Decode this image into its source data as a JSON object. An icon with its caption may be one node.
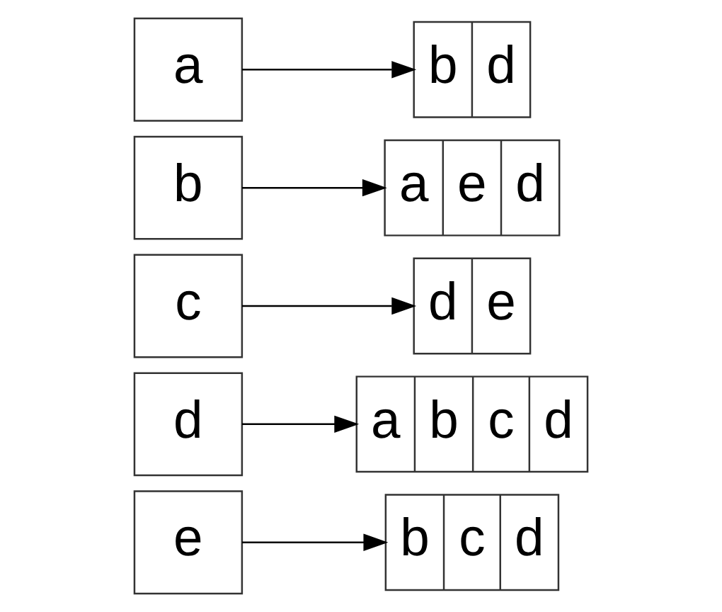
{
  "diagram": {
    "nodes": [
      {
        "text": [
          "a"
        ]
      },
      {
        "text": [
          "b"
        ]
      },
      {
        "text": [
          "c"
        ]
      },
      {
        "text": [
          "d"
        ]
      },
      {
        "text": [
          "e"
        ]
      },
      {
        "text": [
          "b",
          "d"
        ]
      },
      {
        "text": [
          "a",
          "e",
          "d"
        ]
      },
      {
        "text": [
          "d",
          "e"
        ]
      },
      {
        "text": [
          "a",
          "b",
          "c",
          "d"
        ]
      },
      {
        "text": [
          "b",
          "c",
          "d"
        ]
      }
    ],
    "edges": [
      {
        "from": 0,
        "to": 5,
        "arrow": "to"
      },
      {
        "from": 1,
        "to": 6,
        "arrow": "to"
      },
      {
        "from": 2,
        "to": 7,
        "arrow": "to"
      },
      {
        "from": 3,
        "to": 8,
        "arrow": "to"
      },
      {
        "from": 4,
        "to": 9,
        "arrow": "to"
      }
    ]
  }
}
